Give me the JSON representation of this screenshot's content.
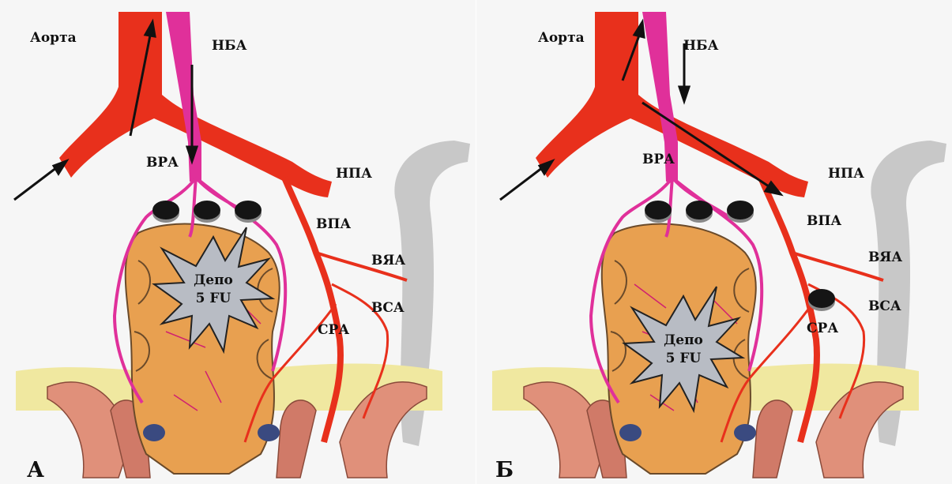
{
  "panels": [
    {
      "id": "A",
      "letter": "А",
      "labels": {
        "aorta": "Аорта",
        "nba": "НБА",
        "vra": "ВРА",
        "npa": "НПА",
        "vpa": "ВПА",
        "vya": "ВЯА",
        "vsa": "ВСА",
        "sra": "СРА"
      },
      "depot": {
        "line1": "Депо",
        "line2": "5 FU"
      }
    },
    {
      "id": "B",
      "letter": "Б",
      "labels": {
        "aorta": "Аорта",
        "nba": "НБА",
        "vra": "ВРА",
        "npa": "НПА",
        "vpa": "ВПА",
        "vya": "ВЯА",
        "vsa": "ВСА",
        "sra": "СРА"
      },
      "depot": {
        "line1": "Депо",
        "line2": "5 FU"
      }
    }
  ],
  "colors": {
    "artery": "#e8301c",
    "vein_pink": "#e0309a",
    "rectum": "#e8a050",
    "sacrum": "#c8c8c8",
    "depot_star": "#b8bcc4",
    "occluder": "#151515",
    "muscle": "#e0907a",
    "fat": "#f0e8a0"
  }
}
